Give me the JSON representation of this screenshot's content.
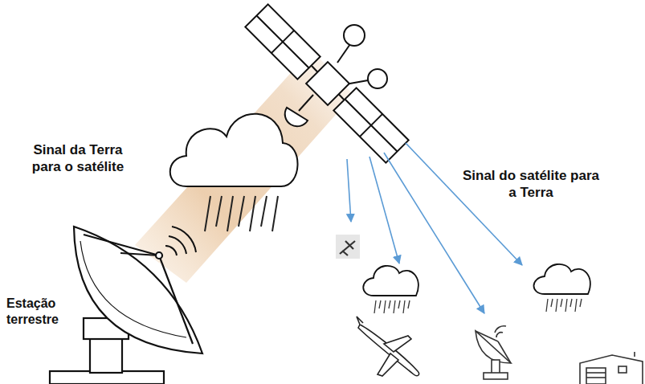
{
  "diagram": {
    "labels": [
      "Sinal da Terra para o satélite",
      "Sinal do satélite para a Terra",
      "Estação terrestre"
    ]
  }
}
